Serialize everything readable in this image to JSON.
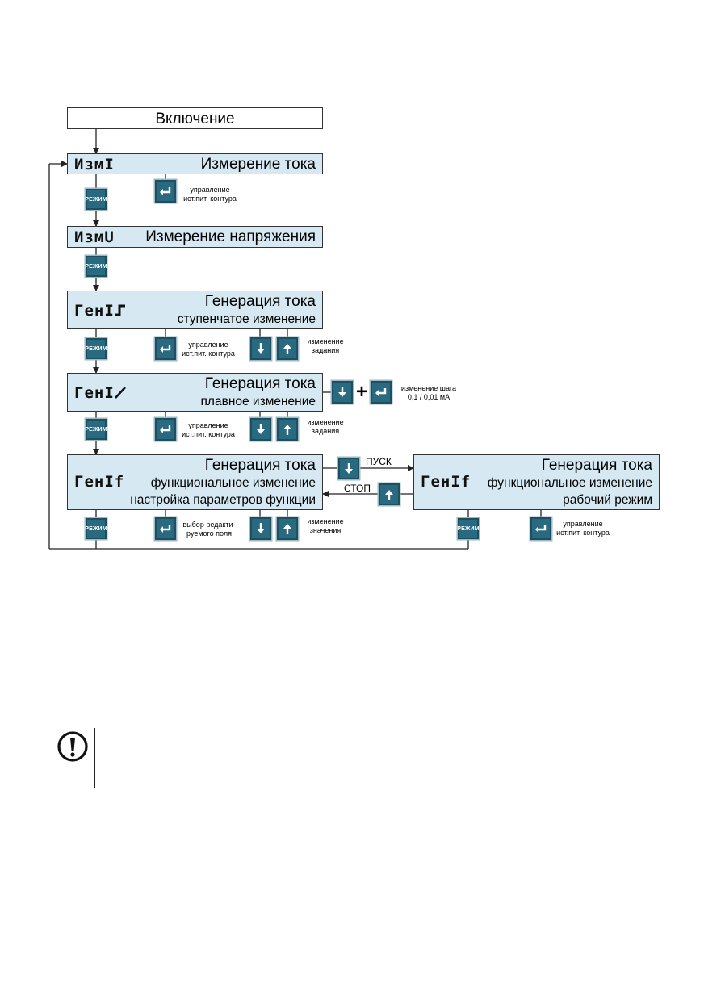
{
  "diagram": {
    "start_label": "Включение",
    "states": {
      "izmI": {
        "lcd": "ИзмI",
        "title": "Измерение тока"
      },
      "izmU": {
        "lcd": "ИзмU",
        "title": "Измерение напряжения"
      },
      "genStep": {
        "lcd": "ГенI",
        "title": "Генерация тока",
        "subtitle": "ступенчатое изменение"
      },
      "genSmooth": {
        "lcd": "ГенI",
        "title": "Генерация тока",
        "subtitle": "плавное изменение"
      },
      "genFuncSetup": {
        "lcd": "ГенIf",
        "title": "Генерация тока",
        "subtitle": "функциональное изменение",
        "subtitle2": "настройка параметров функции"
      },
      "genFuncRun": {
        "lcd": "ГенIf",
        "title": "Генерация тока",
        "subtitle": "функциональное изменение",
        "subtitle2": "рабочий режим"
      }
    },
    "keys": {
      "mode_label": "РЕЖИМ"
    },
    "notes": {
      "control_source_1": "управление",
      "control_source_2": "ист.пит. контура",
      "change_setpoint_1": "изменение",
      "change_setpoint_2": "задания",
      "step_change_1": "изменение шага",
      "step_change_2": "0,1 / 0,01 мА",
      "field_select_1": "выбор редакти-",
      "field_select_2": "руемого поля",
      "change_value_1": "изменение",
      "change_value_2": "значения"
    },
    "transitions": {
      "start": "ПУСК",
      "stop": "СТОП"
    },
    "icons": [
      "enter-icon",
      "arrow-down-icon",
      "arrow-up-icon",
      "warning-icon"
    ],
    "colors": {
      "box_fill": "#d6e9f2",
      "key_fill": "#2a6a80"
    }
  }
}
